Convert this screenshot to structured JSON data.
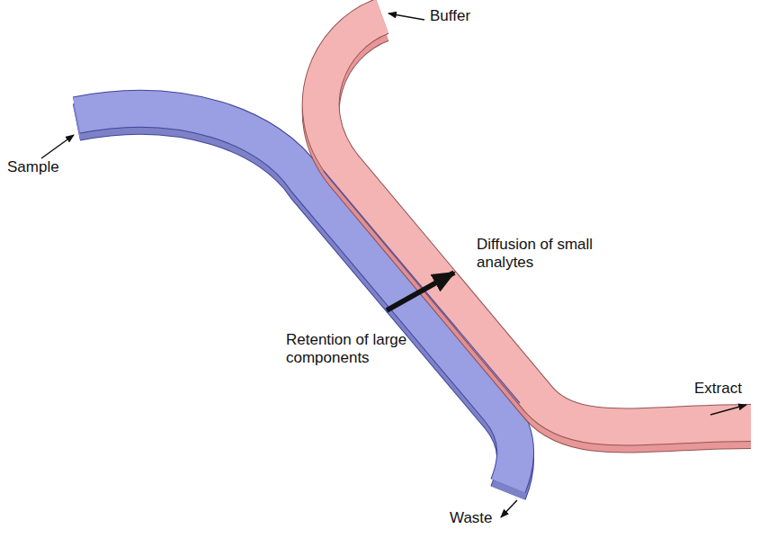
{
  "diagram": {
    "labels": [
      "Buffer",
      "Sample",
      "Diffusion of small analytes",
      "Retention of large components",
      "Extract",
      "Waste"
    ]
  }
}
